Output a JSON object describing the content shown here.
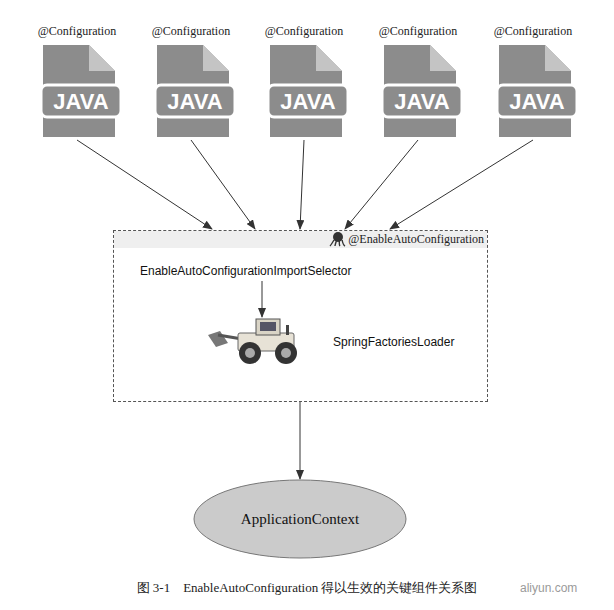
{
  "diagram": {
    "caption": "图 3-1　EnableAutoConfiguration 得以生效的关键组件关系图",
    "nodes": [
      {
        "text": [
          "@Configuration",
          "JAVA"
        ]
      },
      {
        "text": [
          "@Configuration",
          "JAVA"
        ]
      },
      {
        "text": [
          "@Configuration",
          "JAVA"
        ]
      },
      {
        "text": [
          "@Configuration",
          "JAVA"
        ]
      },
      {
        "text": [
          "@Configuration",
          "JAVA"
        ]
      },
      {
        "text": [
          "@EnableAutoConfiguration"
        ]
      },
      {
        "text": [
          "EnableAutoConfigurationImportSelector"
        ],
        "in": 5
      },
      {
        "text": [
          "SpringFactoriesLoader"
        ],
        "in": 5
      },
      {
        "text": [
          "ApplicationContext"
        ]
      }
    ],
    "edges": [
      {
        "from": 0,
        "to": 5,
        "arrow": "to"
      },
      {
        "from": 1,
        "to": 5,
        "arrow": "to"
      },
      {
        "from": 2,
        "to": 5,
        "arrow": "to"
      },
      {
        "from": 3,
        "to": 5,
        "arrow": "to"
      },
      {
        "from": 4,
        "to": 5,
        "arrow": "to"
      },
      {
        "from": 6,
        "to": 7,
        "arrow": "to"
      },
      {
        "from": 5,
        "to": 8,
        "arrow": "to"
      }
    ],
    "labels": [
      "aliyun.com"
    ]
  }
}
